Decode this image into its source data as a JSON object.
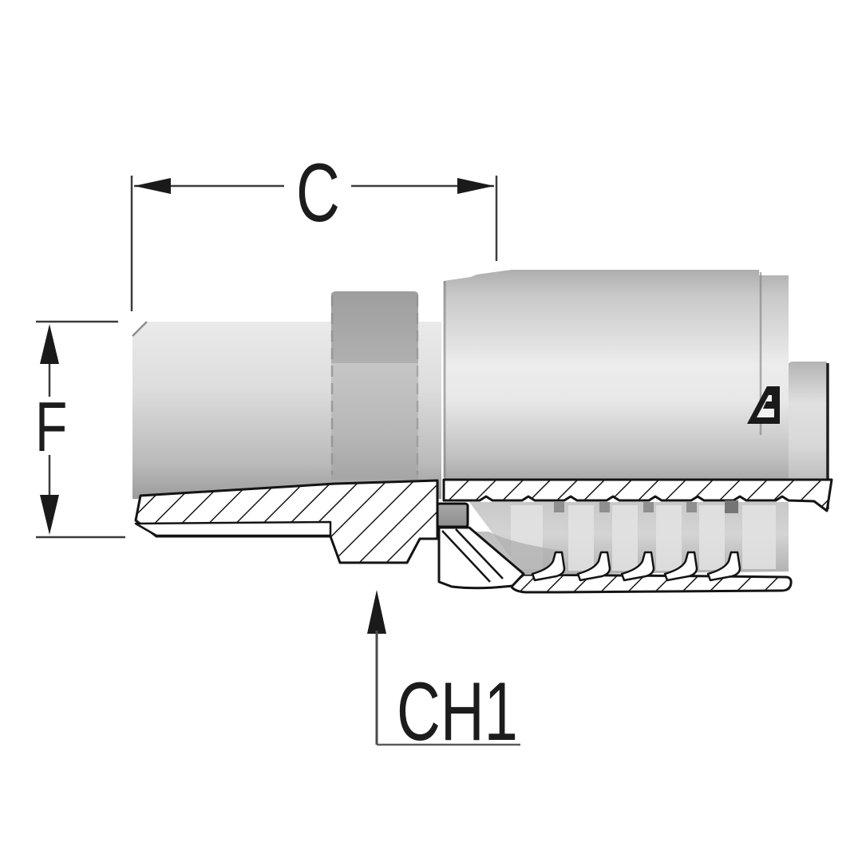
{
  "title": "Hydraulic crimp fitting - male stud, half-section technical drawing",
  "labels": {
    "c": "C",
    "f": "F",
    "ch1": "CH1"
  },
  "logo": "alfagomma-mark",
  "colors": {
    "background": "#ffffff",
    "outline": "#141414",
    "dimension_line": "#3c3c3c",
    "text": "#1c1c1c",
    "body_light": "#ececec",
    "body_dark": "#9a9a9a",
    "hex_dark": "#9c9c9c",
    "ring_gray": "#979797"
  }
}
